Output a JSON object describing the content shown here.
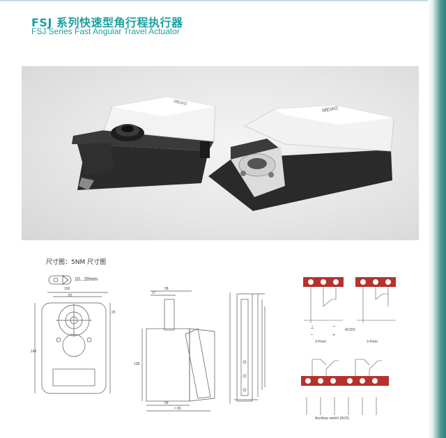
{
  "header": {
    "title_cn": "FSJ 系列快速型角行程执行器",
    "title_en": "FSJ Series Fast Angular Travel Actuator"
  },
  "photo": {
    "description_alt": "",
    "left_logo_text": "MEIAO",
    "right_logo_text": "MEIAO"
  },
  "drawing": {
    "section_title": "尺寸图：5NM 尺寸图",
    "shaft_range": "10...20mm",
    "front_dims": {
      "width": "100",
      "inner": "82",
      "side": "25",
      "height": "143"
    },
    "side_dims": {
      "top": "58",
      "offset": "27",
      "height": "128",
      "bottom": "68",
      "total": "≈ 65"
    },
    "wiring": {
      "left_block_label": "3-Point",
      "right_block_label": "3-Point",
      "power_symbols": [
        "⊥",
        "~",
        "−",
        "+"
      ],
      "ac_label": "AC/DC",
      "bottom_note": "Auxiliary switch (AUX)"
    }
  },
  "colors": {
    "title": "#1a9fa0",
    "terminal_red": "#b5322f",
    "band": "#3f8f8a"
  }
}
